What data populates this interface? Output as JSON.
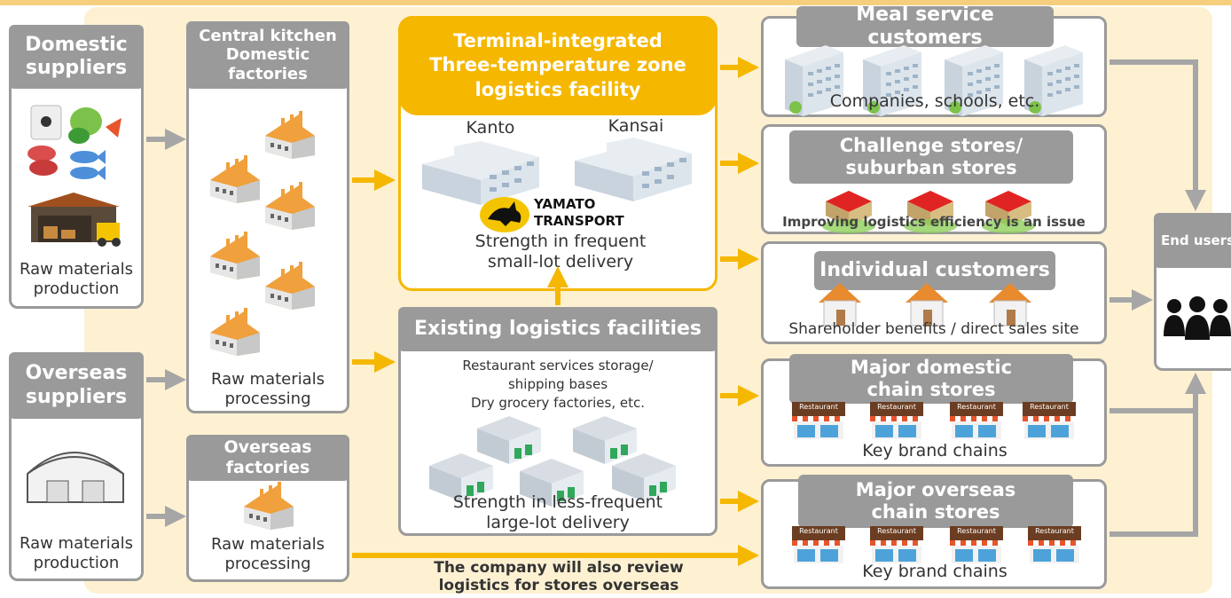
{
  "suppliers": {
    "domestic": {
      "title": "Domestic suppliers",
      "caption": "Raw materials production"
    },
    "overseas": {
      "title": "Overseas suppliers",
      "caption": "Raw materials production"
    }
  },
  "factories": {
    "central": {
      "title": "Central kitchen Domestic factories",
      "caption": "Raw materials processing"
    },
    "overseas": {
      "title": "Overseas factories",
      "caption": "Raw materials processing"
    }
  },
  "terminal": {
    "title": "Terminal-integrated Three-temperature zone logistics facility",
    "site_left": "Kanto",
    "site_right": "Kansai",
    "brand_line1": "YAMATO",
    "brand_line2": "TRANSPORT",
    "caption": "Strength in frequent small-lot delivery"
  },
  "existing": {
    "title": "Existing logistics facilities",
    "desc_line1": "Restaurant services storage/",
    "desc_line2": "shipping bases",
    "desc_line3": "Dry grocery factories, etc.",
    "caption": "Strength in less-frequent large-lot delivery"
  },
  "customers": {
    "meal": {
      "title": "Meal service customers",
      "caption": "Companies, schools, etc."
    },
    "challenge": {
      "title": "Challenge stores/ suburban stores",
      "caption": "Improving logistics efficiency is an issue"
    },
    "individual": {
      "title": "Individual customers",
      "caption": "Shareholder benefits / direct sales site"
    },
    "domestic_chain": {
      "title": "Major domestic chain stores",
      "caption": "Key brand chains"
    },
    "overseas_chain": {
      "title": "Major overseas chain stores",
      "caption": "Key brand chains"
    }
  },
  "restaurant_sign": "Restaurant",
  "end_users": {
    "title": "End users"
  },
  "overseas_note": "The company will also review logistics for stores overseas",
  "colors": {
    "accent": "#f5b700",
    "gray": "#9a9a9a",
    "background": "#fdf1d2",
    "factory": "#f0a03c"
  }
}
